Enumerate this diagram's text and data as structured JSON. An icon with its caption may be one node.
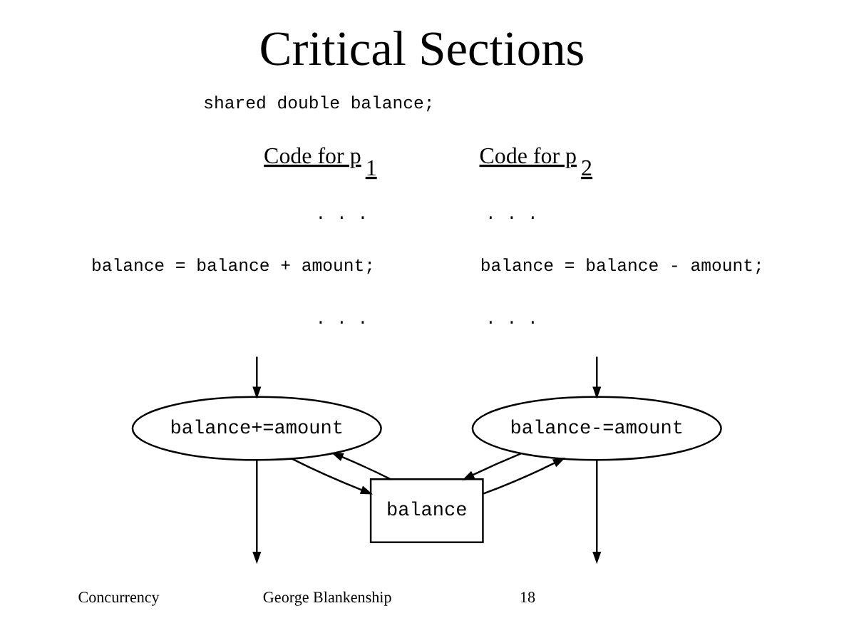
{
  "diagram": {
    "title": "Critical Sections",
    "nodes": [
      {
        "text": [
          "balance+=amount"
        ]
      },
      {
        "text": [
          "balance"
        ]
      },
      {
        "text": [
          "balance-=amount"
        ]
      }
    ],
    "edges": [
      {
        "from": 0,
        "to": null,
        "arrow": "to"
      },
      {
        "from": null,
        "to": 0,
        "arrow": "to"
      },
      {
        "from": 0,
        "to": 1,
        "arrow": "to"
      },
      {
        "from": 1,
        "to": 0,
        "arrow": "to"
      },
      {
        "from": 2,
        "to": null,
        "arrow": "to"
      },
      {
        "from": null,
        "to": 2,
        "arrow": "to"
      },
      {
        "from": 2,
        "to": 1,
        "arrow": "to"
      },
      {
        "from": 1,
        "to": 2,
        "arrow": "to"
      }
    ],
    "labels": [
      "shared double balance;",
      "Code for p$_{1}$",
      ". . .",
      "balance = balance + amount;",
      ". . .",
      "Code for p$_{2}$",
      ". . .",
      "balance = balance - amount;",
      ". . .",
      "Concurrency",
      "George Blankenship",
      "18"
    ]
  }
}
